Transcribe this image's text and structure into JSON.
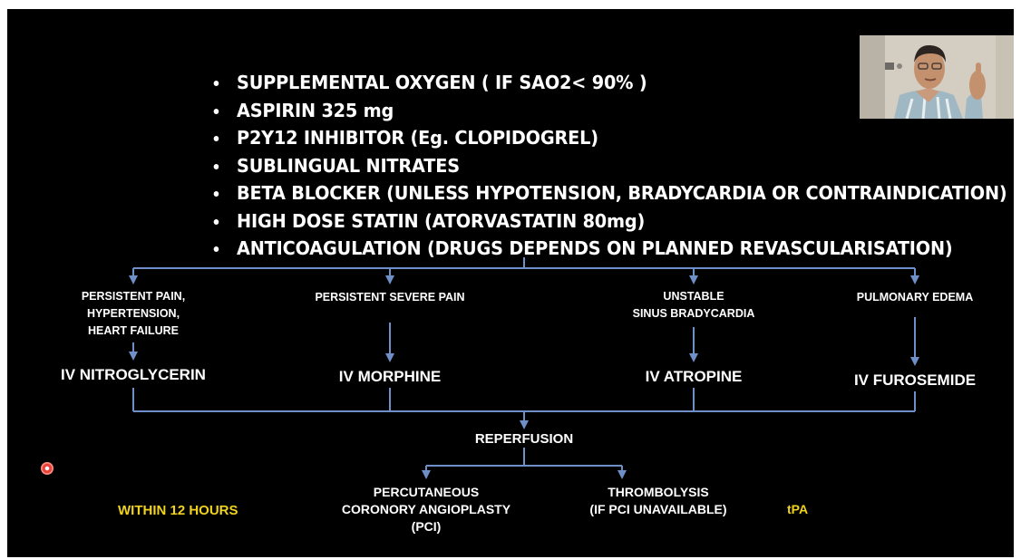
{
  "bullets": [
    "SUPPLEMENTAL OXYGEN ( IF SAO2< 90% )",
    "ASPIRIN 325 mg",
    "P2Y12 INHIBITOR (Eg. CLOPIDOGREL)",
    "SUBLINGUAL NITRATES",
    "BETA BLOCKER (UNLESS HYPOTENSION, BRADYCARDIA OR CONTRAINDICATION)",
    "HIGH DOSE STATIN (ATORVASTATIN 80mg)",
    "ANTICOAGULATION (DRUGS DEPENDS ON PLANNED REVASCULARISATION)"
  ],
  "branches": [
    {
      "condition": [
        "PERSISTENT PAIN,",
        "HYPERTENSION,",
        "HEART FAILURE"
      ],
      "drug": "IV NITROGLYCERIN"
    },
    {
      "condition": [
        "PERSISTENT SEVERE PAIN"
      ],
      "drug": "IV MORPHINE"
    },
    {
      "condition": [
        "UNSTABLE",
        "SINUS BRADYCARDIA"
      ],
      "drug": "IV ATROPINE"
    },
    {
      "condition": [
        "PULMONARY EDEMA"
      ],
      "drug": "IV FUROSEMIDE"
    }
  ],
  "reperfusion": "REPERFUSION",
  "options": [
    {
      "lines": [
        "PERCUTANEOUS",
        "CORONORY ANGIOPLASTY",
        "(PCI)"
      ]
    },
    {
      "lines": [
        "THROMBOLYSIS",
        "(IF PCI UNAVAILABLE)"
      ]
    }
  ],
  "time_note": "WITHIN 12 HOURS",
  "drug_note": "tPA",
  "colors": {
    "background": "#000000",
    "text": "#ffffff",
    "connector": "#6f8fc8",
    "highlight": "#f1d21d",
    "record": "#e8413a"
  },
  "icons": {
    "recording": "record-dot-icon",
    "presenter": "webcam-thumbnail"
  }
}
